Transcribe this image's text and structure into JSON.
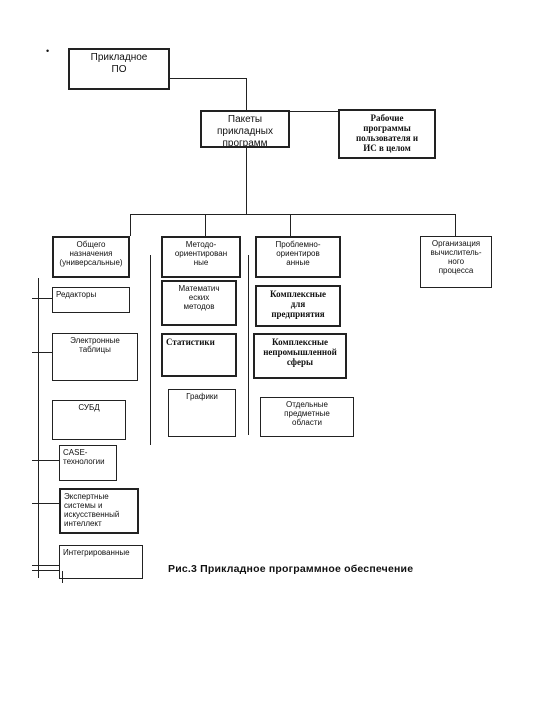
{
  "bullet": "•",
  "caption": "Рис.3 Прикладное программное обеспечение",
  "boxes": {
    "root": "Прикладное\nПО",
    "packages": "Пакеты\nприкладных\nпрограмм",
    "user_programs": "Рабочие\nпрограммы\nпользователя и\nИС в целом",
    "general": "Общего\nназначения\n(универсальные)",
    "method_oriented": "Методо-\nориентирован\nные",
    "problem_oriented": "Проблемно-\nориентиров\nанные",
    "org_computing": "Организация\nвычислитель-\nного\nпроцесса",
    "editors": "Редакторы",
    "spreadsheets": "Электронные\nтаблицы",
    "dbms": "СУБД",
    "case": "CASE-\nтехнологии",
    "expert": "Экспертные\nсистемы и\nискусственный\nинтеллект",
    "integrated": "Интегрированные",
    "math_methods": "Математич\nеских\nметодов",
    "statistics": "Статистики",
    "graphics": "Графики",
    "complexes_programs": "Комплексные\nдля\nпредприятия",
    "complexes_nonindustrial": "Комплексные\nнепромышленной\nсферы",
    "subject_areas": "Отдельные\nпредметные\nобласти"
  }
}
